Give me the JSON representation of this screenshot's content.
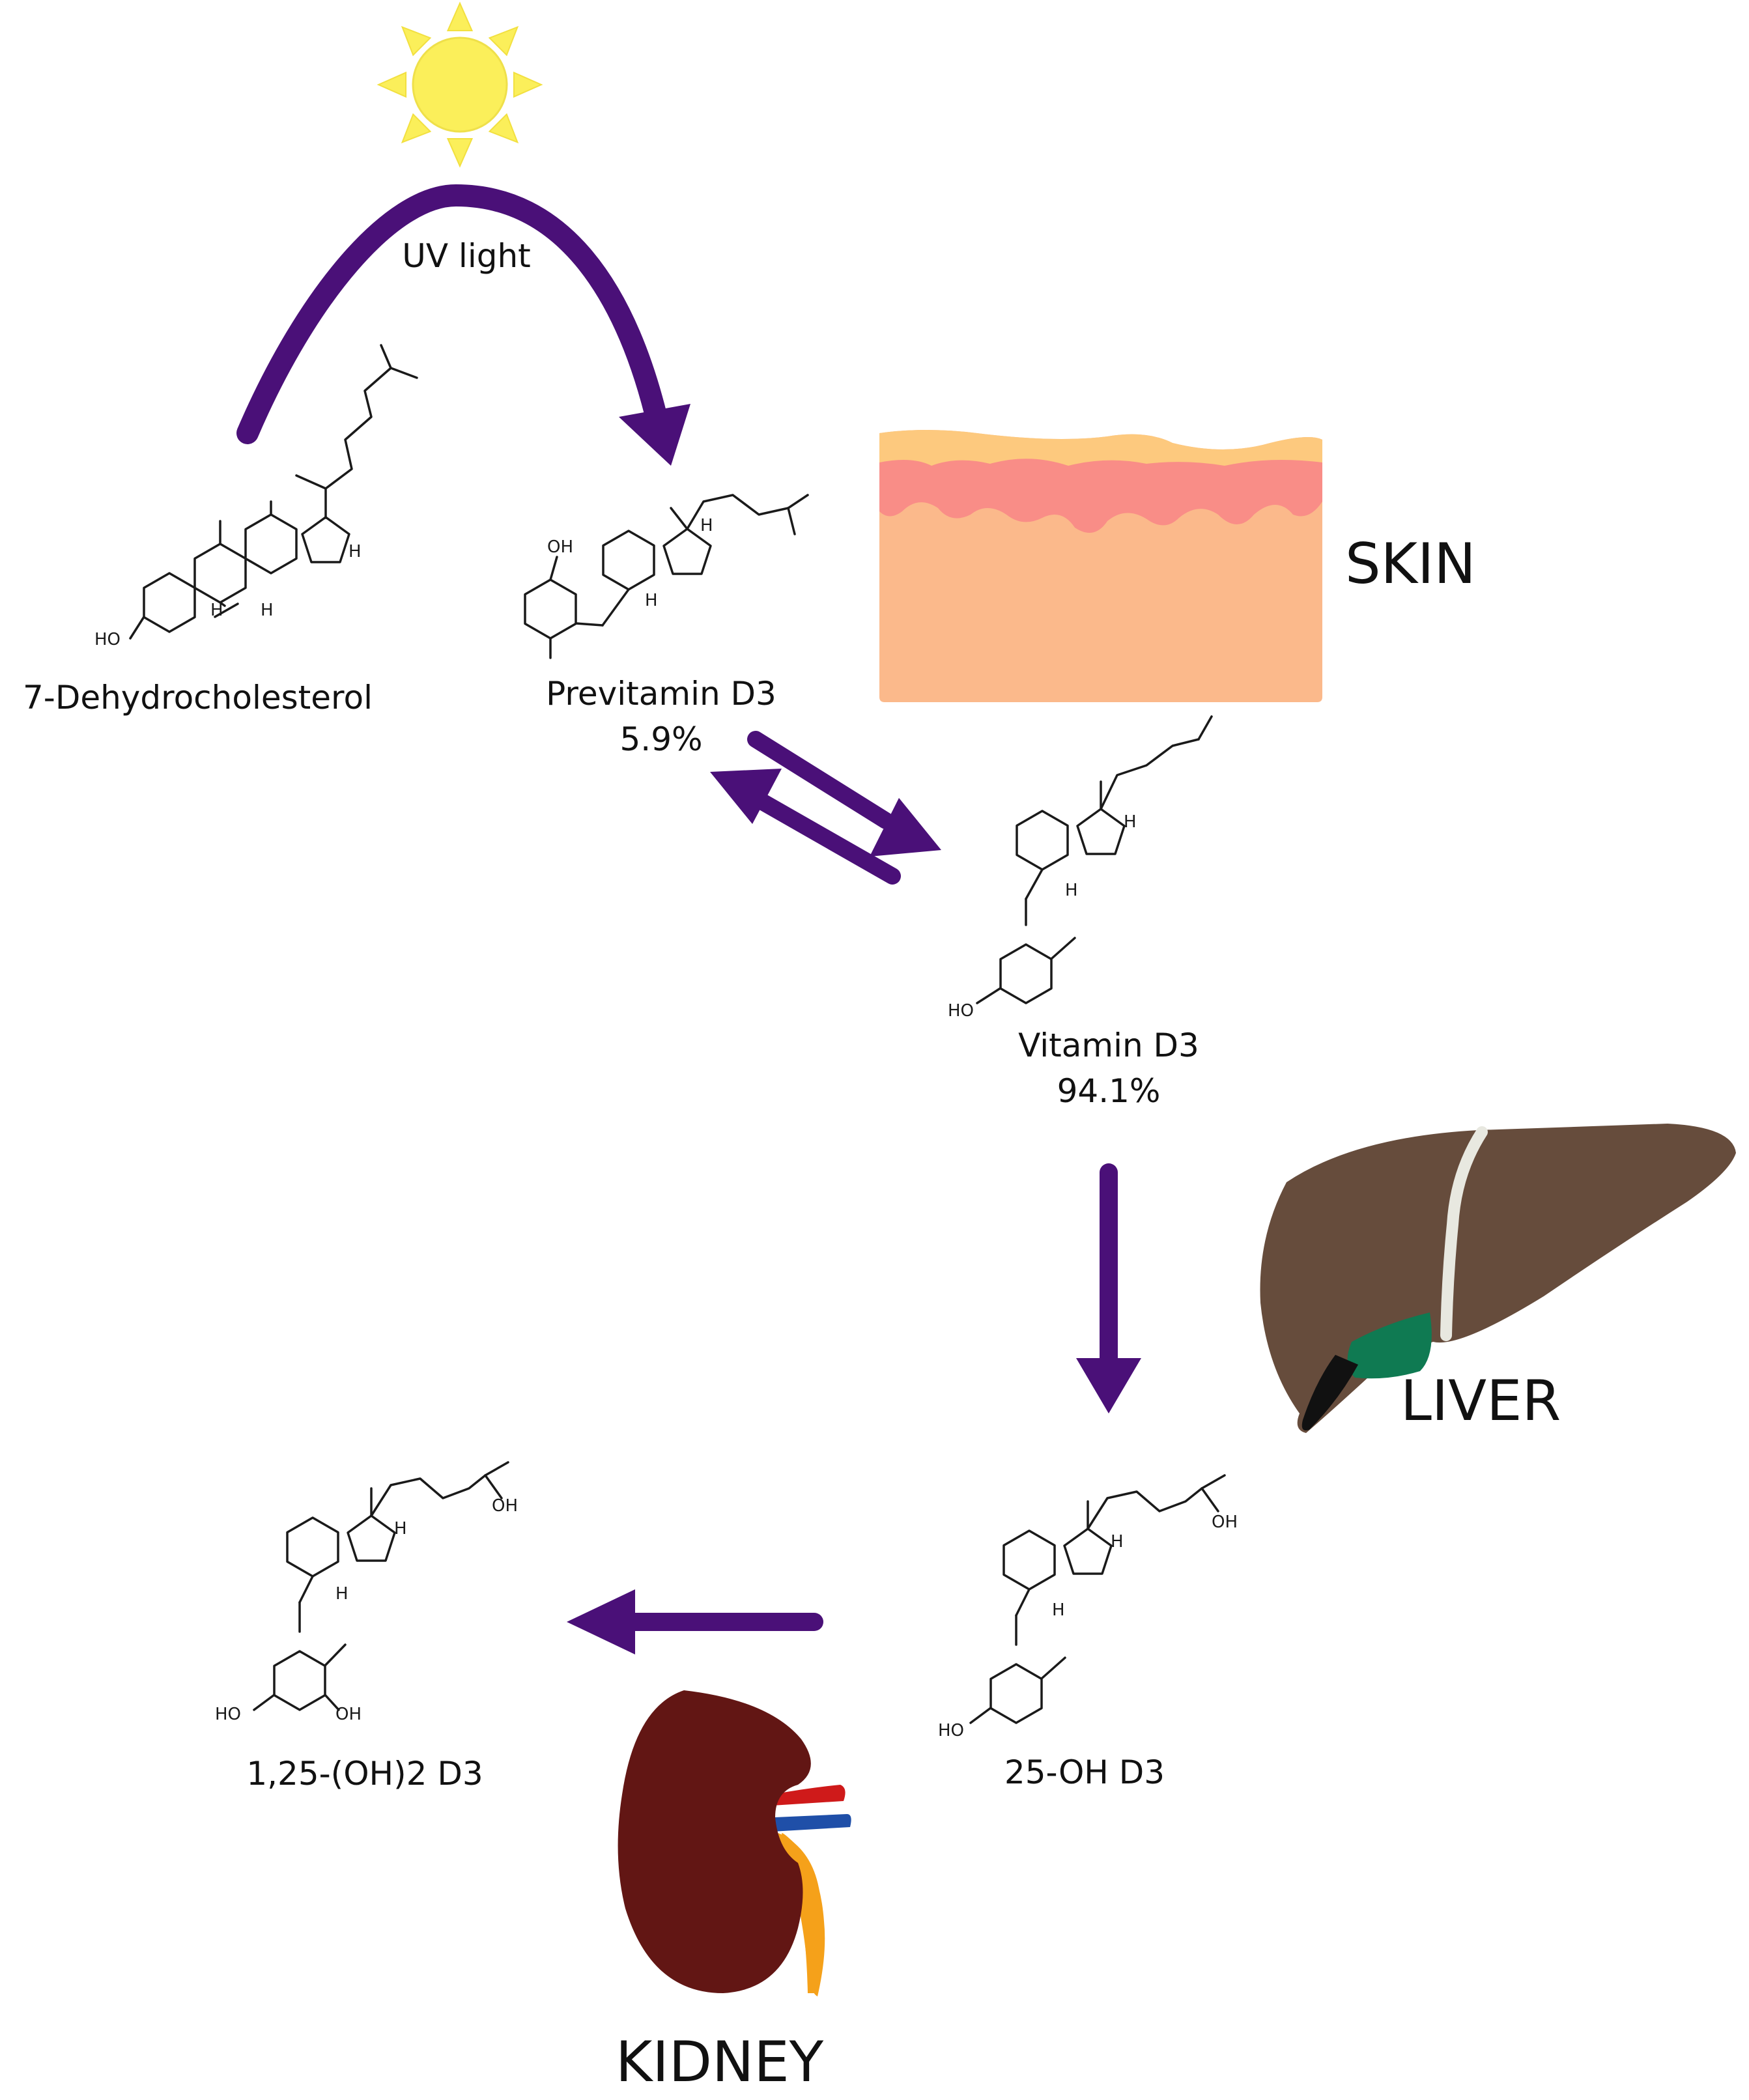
{
  "colors": {
    "arrow": "#4a1078",
    "sun": "#fbef5a",
    "skin_top": "#fdc97e",
    "skin_dermis": "#f98d87",
    "skin_base": "#fbb98b",
    "liver": "#664c3c",
    "liver_ligament": "#e8e8e0",
    "gallbladder": "#0f7a52",
    "kidney": "#621614",
    "artery": "#cf1a1a",
    "vein": "#1f4fa8",
    "ureter": "#f5a11a"
  },
  "icons": [
    "sun-icon",
    "skin-icon",
    "liver-icon",
    "kidney-icon"
  ],
  "labels": {
    "uv": "UV light",
    "dhc": "7-Dehydrocholesterol",
    "previtamin": "Previtamin D3",
    "previtamin_pct": "5.9%",
    "vitamin": "Vitamin D3",
    "vitamin_pct": "94.1%",
    "oh25": "25-OH D3",
    "oh125": "1,25-(OH)2 D3",
    "skin": "SKIN",
    "liver": "LIVER",
    "kidney": "KIDNEY"
  },
  "atoms": {
    "ho": "HO",
    "oh": "OH",
    "h": "H"
  }
}
